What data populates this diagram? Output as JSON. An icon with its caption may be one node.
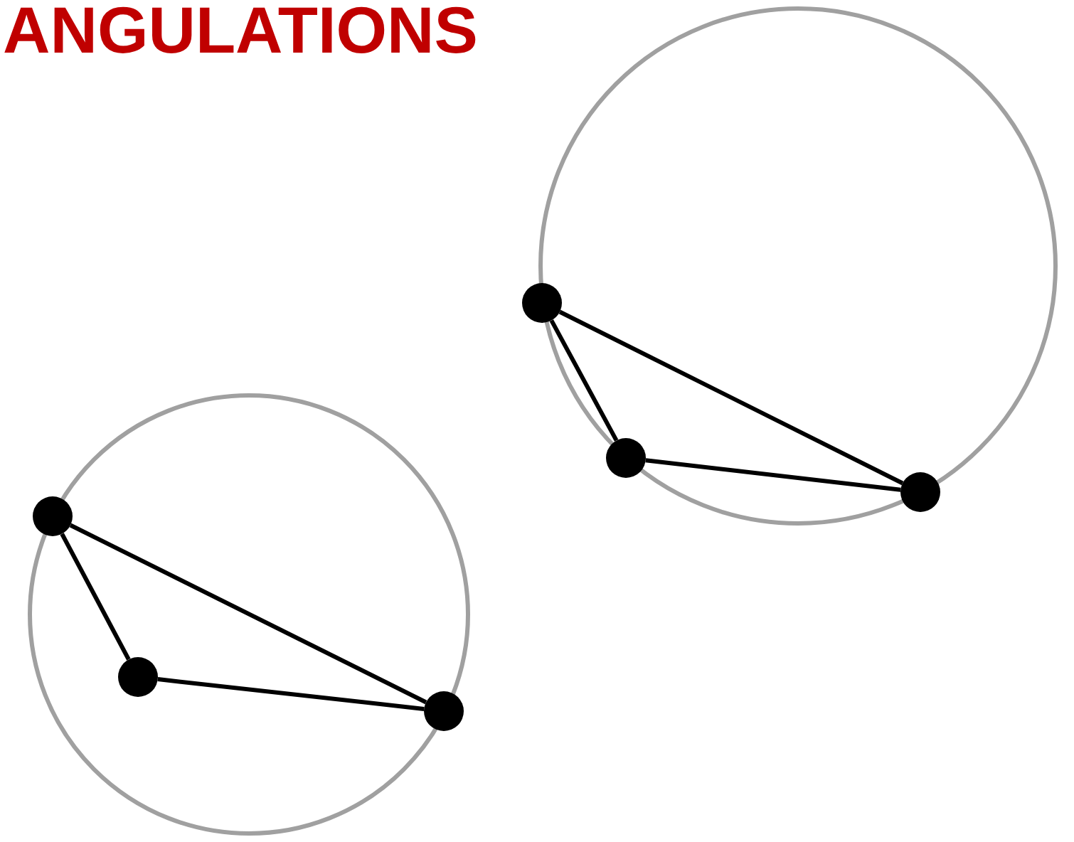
{
  "diagram": {
    "title": "ANGULATIONS",
    "nodes": [
      {
        "text": [],
        "shape": "circle"
      },
      {
        "text": [],
        "shape": "circle"
      },
      {
        "text": [],
        "shape": "circle"
      },
      {
        "text": [],
        "shape": "circle"
      },
      {
        "text": [],
        "shape": "circle"
      },
      {
        "text": [],
        "shape": "circle"
      }
    ],
    "edges": [
      {
        "from": 0,
        "to": 1,
        "arrow": "none"
      },
      {
        "from": 0,
        "to": 2,
        "arrow": "none"
      },
      {
        "from": 1,
        "to": 2,
        "arrow": "none"
      },
      {
        "from": 3,
        "to": 4,
        "arrow": "none"
      },
      {
        "from": 3,
        "to": 5,
        "arrow": "none"
      },
      {
        "from": 4,
        "to": 5,
        "arrow": "none"
      }
    ]
  }
}
